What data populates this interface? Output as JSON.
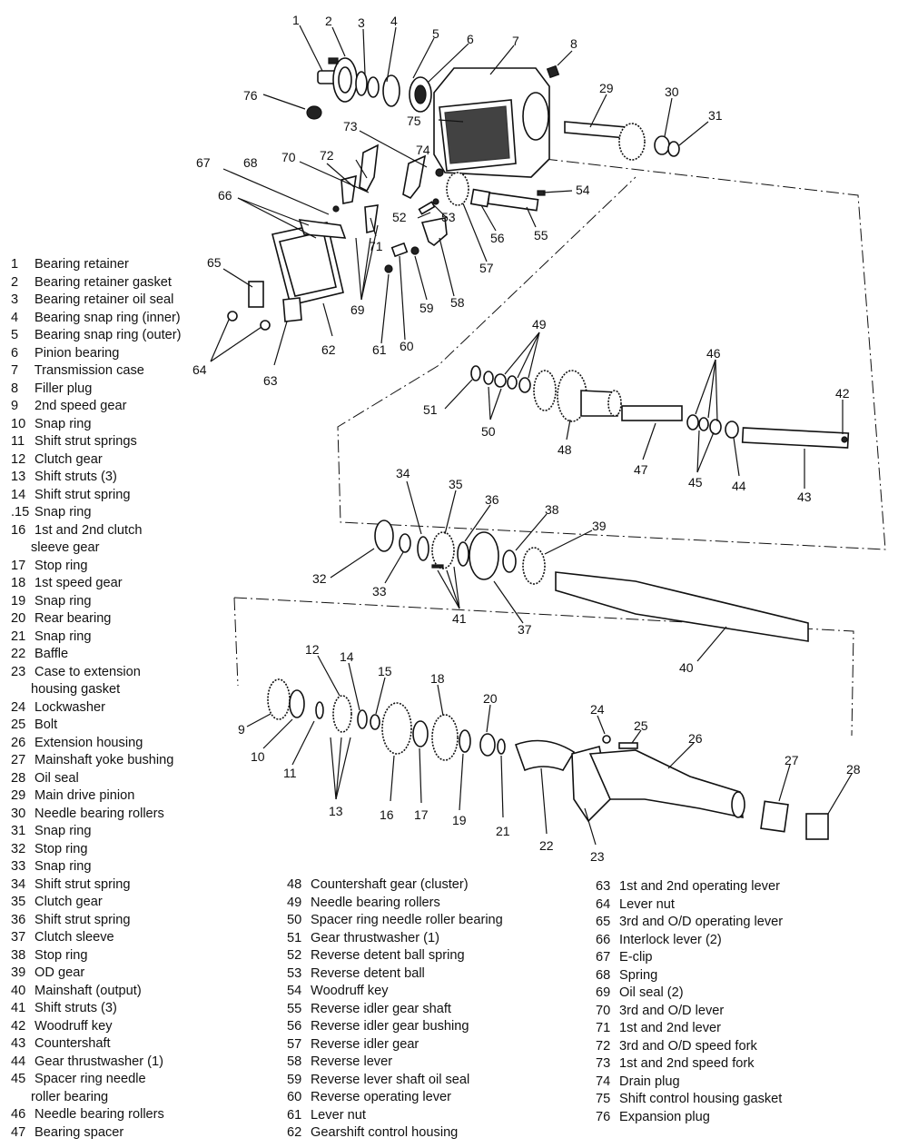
{
  "legend_col1": [
    {
      "num": "1",
      "label": "Bearing retainer"
    },
    {
      "num": "2",
      "label": "Bearing retainer gasket"
    },
    {
      "num": "3",
      "label": "Bearing retainer oil seal"
    },
    {
      "num": "4",
      "label": "Bearing snap ring (inner)"
    },
    {
      "num": "5",
      "label": "Bearing snap ring (outer)"
    },
    {
      "num": "6",
      "label": "Pinion bearing"
    },
    {
      "num": "7",
      "label": "Transmission case"
    },
    {
      "num": "8",
      "label": "Filler plug"
    },
    {
      "num": "9",
      "label": "2nd speed gear"
    },
    {
      "num": "10",
      "label": "Snap ring"
    },
    {
      "num": "11",
      "label": "Shift strut springs"
    },
    {
      "num": "12",
      "label": "Clutch gear"
    },
    {
      "num": "13",
      "label": "Shift struts (3)"
    },
    {
      "num": "14",
      "label": "Shift strut spring"
    },
    {
      "num": ".15",
      "label": "Snap ring"
    },
    {
      "num": "16",
      "label": "1st and 2nd clutch",
      "cont": "sleeve gear"
    },
    {
      "num": "17",
      "label": "Stop ring"
    },
    {
      "num": "18",
      "label": "1st speed gear"
    },
    {
      "num": "19",
      "label": "Snap ring"
    },
    {
      "num": "20",
      "label": "Rear bearing"
    },
    {
      "num": "21",
      "label": "Snap ring"
    },
    {
      "num": "22",
      "label": "Baffle"
    },
    {
      "num": "23",
      "label": "Case to extension",
      "cont": "housing gasket"
    },
    {
      "num": "24",
      "label": "Lockwasher"
    },
    {
      "num": "25",
      "label": "Bolt"
    },
    {
      "num": "26",
      "label": "Extension housing"
    },
    {
      "num": "27",
      "label": "Mainshaft yoke bushing"
    },
    {
      "num": "28",
      "label": "Oil seal"
    },
    {
      "num": "29",
      "label": "Main drive pinion"
    },
    {
      "num": "30",
      "label": "Needle bearing rollers"
    },
    {
      "num": "31",
      "label": "Snap ring"
    },
    {
      "num": "32",
      "label": "Stop ring"
    },
    {
      "num": "33",
      "label": "Snap ring"
    },
    {
      "num": "34",
      "label": "Shift strut spring"
    },
    {
      "num": "35",
      "label": "Clutch gear"
    },
    {
      "num": "36",
      "label": "Shift strut spring"
    },
    {
      "num": "37",
      "label": "Clutch sleeve"
    },
    {
      "num": "38",
      "label": "Stop ring"
    },
    {
      "num": "39",
      "label": "OD gear"
    },
    {
      "num": "40",
      "label": "Mainshaft (output)"
    },
    {
      "num": "41",
      "label": "Shift struts (3)"
    },
    {
      "num": "42",
      "label": "Woodruff key"
    },
    {
      "num": "43",
      "label": "Countershaft"
    },
    {
      "num": "44",
      "label": "Gear thrustwasher (1)"
    },
    {
      "num": "45",
      "label": "Spacer ring needle",
      "cont": "roller bearing"
    },
    {
      "num": "46",
      "label": "Needle bearing rollers"
    },
    {
      "num": "47",
      "label": "Bearing spacer"
    }
  ],
  "legend_col2": [
    {
      "num": "48",
      "label": "Countershaft gear (cluster)"
    },
    {
      "num": "49",
      "label": "Needle bearing rollers"
    },
    {
      "num": "50",
      "label": "Spacer ring needle roller bearing"
    },
    {
      "num": "51",
      "label": "Gear thrustwasher (1)"
    },
    {
      "num": "52",
      "label": "Reverse detent ball spring"
    },
    {
      "num": "53",
      "label": "Reverse detent ball"
    },
    {
      "num": "54",
      "label": "Woodruff key"
    },
    {
      "num": "55",
      "label": "Reverse idler gear shaft"
    },
    {
      "num": "56",
      "label": "Reverse idler gear bushing"
    },
    {
      "num": "57",
      "label": "Reverse idler gear"
    },
    {
      "num": "58",
      "label": "Reverse lever"
    },
    {
      "num": "59",
      "label": "Reverse lever shaft oil seal"
    },
    {
      "num": "60",
      "label": "Reverse operating lever"
    },
    {
      "num": "61",
      "label": "Lever nut"
    },
    {
      "num": "62",
      "label": "Gearshift control housing"
    }
  ],
  "legend_col3": [
    {
      "num": "63",
      "label": "1st and 2nd operating lever"
    },
    {
      "num": "64",
      "label": "Lever nut"
    },
    {
      "num": "65",
      "label": "3rd and O/D operating lever"
    },
    {
      "num": "66",
      "label": "Interlock lever (2)"
    },
    {
      "num": "67",
      "label": "E-clip"
    },
    {
      "num": "68",
      "label": "Spring"
    },
    {
      "num": "69",
      "label": "Oil seal (2)"
    },
    {
      "num": "70",
      "label": "3rd and O/D lever"
    },
    {
      "num": "71",
      "label": "1st and 2nd lever"
    },
    {
      "num": "72",
      "label": "3rd and O/D speed fork"
    },
    {
      "num": "73",
      "label": "1st and 2nd speed fork"
    },
    {
      "num": "74",
      "label": "Drain plug"
    },
    {
      "num": "75",
      "label": "Shift control housing gasket"
    },
    {
      "num": "76",
      "label": "Expansion plug"
    }
  ],
  "callouts": [
    "1",
    "2",
    "3",
    "4",
    "5",
    "6",
    "7",
    "8",
    "9",
    "10",
    "11",
    "12",
    "13",
    "14",
    "15",
    "16",
    "17",
    "18",
    "19",
    "20",
    "21",
    "22",
    "23",
    "24",
    "25",
    "26",
    "27",
    "28",
    "29",
    "30",
    "31",
    "32",
    "33",
    "34",
    "35",
    "36",
    "37",
    "38",
    "39",
    "40",
    "41",
    "42",
    "43",
    "44",
    "45",
    "46",
    "47",
    "48",
    "49",
    "50",
    "51",
    "52",
    "53",
    "54",
    "55",
    "56",
    "57",
    "58",
    "59",
    "60",
    "61",
    "62",
    "63",
    "64",
    "65",
    "66",
    "67",
    "68",
    "69",
    "70",
    "71",
    "72",
    "73",
    "74",
    "75",
    "76"
  ]
}
